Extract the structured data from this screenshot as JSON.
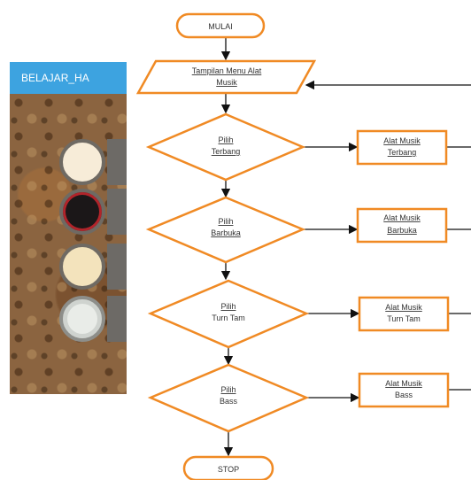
{
  "app": {
    "title": "BELAJAR_HA"
  },
  "flowchart": {
    "start": "MULAI",
    "menu": {
      "line1": "Tampilan Menu Alat",
      "line2": "Musik"
    },
    "decisions": [
      {
        "line1": "Pilih",
        "line2": "Terbang"
      },
      {
        "line1": "Pilih",
        "line2": "Barbuka"
      },
      {
        "line1": "Pilih",
        "line2": "Turn Tam"
      },
      {
        "line1": "Pilih",
        "line2": "Bass"
      }
    ],
    "processes": [
      {
        "line1": "Alat Musik",
        "line2": "Terbang"
      },
      {
        "line1": "Alat Musik",
        "line2": "Barbuka"
      },
      {
        "line1": "Alat Musik",
        "line2": "Turn Tam"
      },
      {
        "line1": "Alat Musik",
        "line2": "Bass"
      }
    ],
    "stop": "STOP"
  },
  "colors": {
    "shape_stroke": "#f08a24",
    "app_bar": "#3da3e0",
    "arrow": "#111111"
  }
}
